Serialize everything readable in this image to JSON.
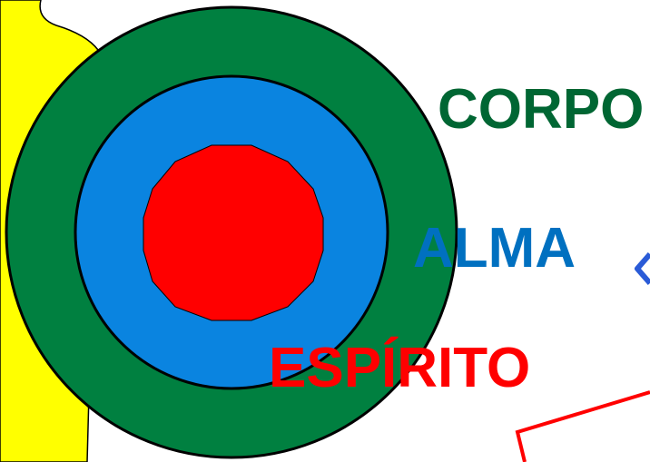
{
  "labels": {
    "body": "CORPO",
    "soul": "ALMA",
    "spirit": "ESPÍRITO"
  },
  "colors": {
    "body": "#006633",
    "body_ring": "#008040",
    "soul": "#0070c0",
    "soul_ring": "#0a84e0",
    "spirit": "#ff0000",
    "figure": "#ffff00",
    "outline": "#000000",
    "arrow": "#2a5bd7"
  },
  "icons": {
    "figure": "human-silhouette-icon",
    "arrow": "chevron-left-icon"
  }
}
